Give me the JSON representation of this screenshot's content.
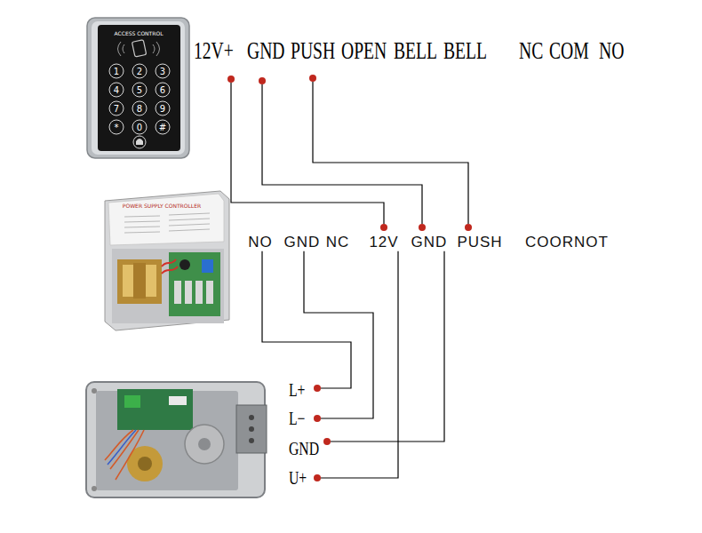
{
  "diagram": {
    "nodes": [
      {
        "text": [
          "12V+"
        ]
      },
      {
        "text": [
          "GND"
        ]
      },
      {
        "text": [
          "PUSH"
        ]
      },
      {
        "text": [
          "OPEN"
        ]
      },
      {
        "text": [
          "BELL"
        ]
      },
      {
        "text": [
          "BELL"
        ]
      },
      {
        "text": [
          "NC"
        ]
      },
      {
        "text": [
          "COM"
        ]
      },
      {
        "text": [
          "NO"
        ]
      },
      {
        "text": [
          "NO"
        ]
      },
      {
        "text": [
          "GND"
        ]
      },
      {
        "text": [
          "NC"
        ]
      },
      {
        "text": [
          "12V"
        ]
      },
      {
        "text": [
          "GND"
        ]
      },
      {
        "text": [
          "PUSH"
        ]
      },
      {
        "text": [
          "COORNOT"
        ]
      },
      {
        "text": [
          "L+"
        ]
      },
      {
        "text": [
          "L−"
        ]
      },
      {
        "text": [
          "GND"
        ]
      },
      {
        "text": [
          "U+"
        ]
      }
    ],
    "edges": [
      {
        "from": 0,
        "to": 12,
        "arrow": "none"
      },
      {
        "from": 1,
        "to": 13,
        "arrow": "none"
      },
      {
        "from": 2,
        "to": 14,
        "arrow": "none"
      },
      {
        "from": 9,
        "to": 16,
        "arrow": "none"
      },
      {
        "from": 10,
        "to": 17,
        "arrow": "none"
      },
      {
        "from": 12,
        "to": 19,
        "arrow": "none"
      },
      {
        "from": 13,
        "to": 18,
        "arrow": "none"
      }
    ],
    "labels": [
      "ACCESS CONTROL",
      "1",
      "2",
      "3",
      "4",
      "5",
      "6",
      "7",
      "8",
      "9",
      "*",
      "0",
      "#",
      "POWER SUPPLY CONTROLLER"
    ]
  }
}
